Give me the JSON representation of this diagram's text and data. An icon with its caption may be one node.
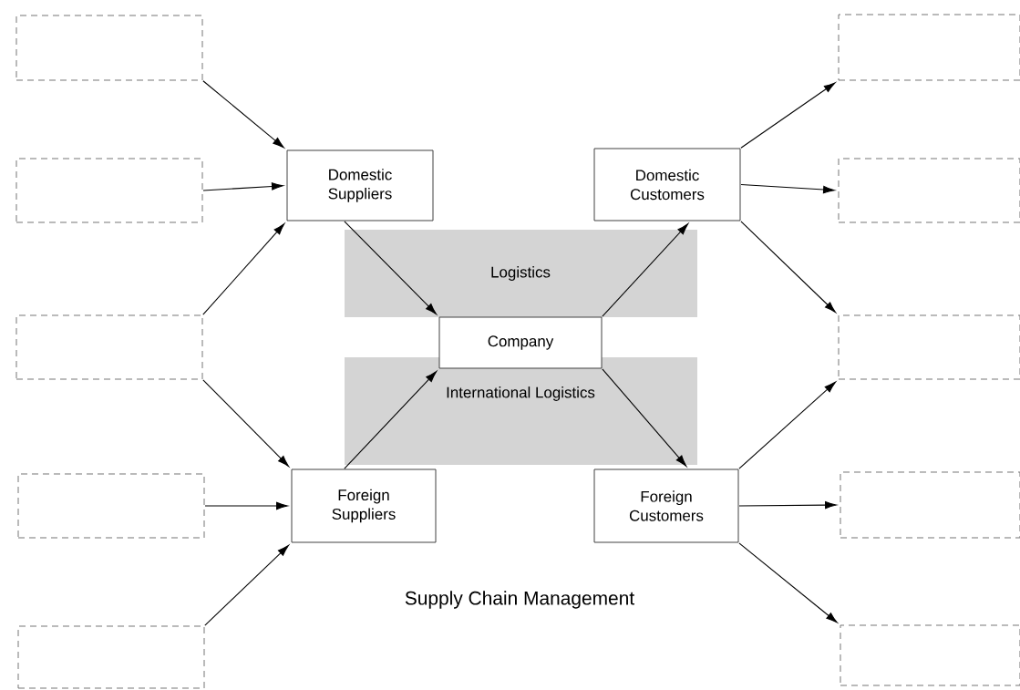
{
  "diagram": {
    "caption": "Supply Chain Management",
    "nodes": [
      {
        "text": [],
        "shape": "box"
      },
      {
        "text": [],
        "shape": "box"
      },
      {
        "text": [],
        "shape": "box"
      },
      {
        "text": [],
        "shape": "box"
      },
      {
        "text": [],
        "shape": "box"
      },
      {
        "text": [
          "Domestic Suppliers"
        ]
      },
      {
        "text": [
          "Domestic Customers"
        ]
      },
      {
        "text": [
          "Company"
        ]
      },
      {
        "text": [
          "Foreign Suppliers"
        ]
      },
      {
        "text": [
          "Foreign Customers"
        ]
      },
      {
        "text": [],
        "shape": "box"
      },
      {
        "text": [],
        "shape": "box"
      },
      {
        "text": [],
        "shape": "box"
      },
      {
        "text": [],
        "shape": "box"
      },
      {
        "text": [],
        "shape": "box"
      }
    ],
    "edges": [
      {
        "from": 0,
        "to": 5,
        "arrow": "to"
      },
      {
        "from": 1,
        "to": 5,
        "arrow": "to"
      },
      {
        "from": 2,
        "to": 5,
        "arrow": "to"
      },
      {
        "from": 2,
        "to": 8,
        "arrow": "to"
      },
      {
        "from": 3,
        "to": 8,
        "arrow": "to"
      },
      {
        "from": 4,
        "to": 8,
        "arrow": "to"
      },
      {
        "from": 5,
        "to": 7,
        "arrow": "to"
      },
      {
        "from": 8,
        "to": 7,
        "arrow": "to"
      },
      {
        "from": 7,
        "to": 6,
        "arrow": "to"
      },
      {
        "from": 7,
        "to": 9,
        "arrow": "to"
      },
      {
        "from": 6,
        "to": 10,
        "arrow": "to"
      },
      {
        "from": 6,
        "to": 11,
        "arrow": "to"
      },
      {
        "from": 6,
        "to": 12,
        "arrow": "to"
      },
      {
        "from": 9,
        "to": 12,
        "arrow": "to"
      },
      {
        "from": 9,
        "to": 13,
        "arrow": "to"
      },
      {
        "from": 9,
        "to": 14,
        "arrow": "to"
      }
    ],
    "labels": [
      "Logistics",
      "International Logistics"
    ]
  }
}
